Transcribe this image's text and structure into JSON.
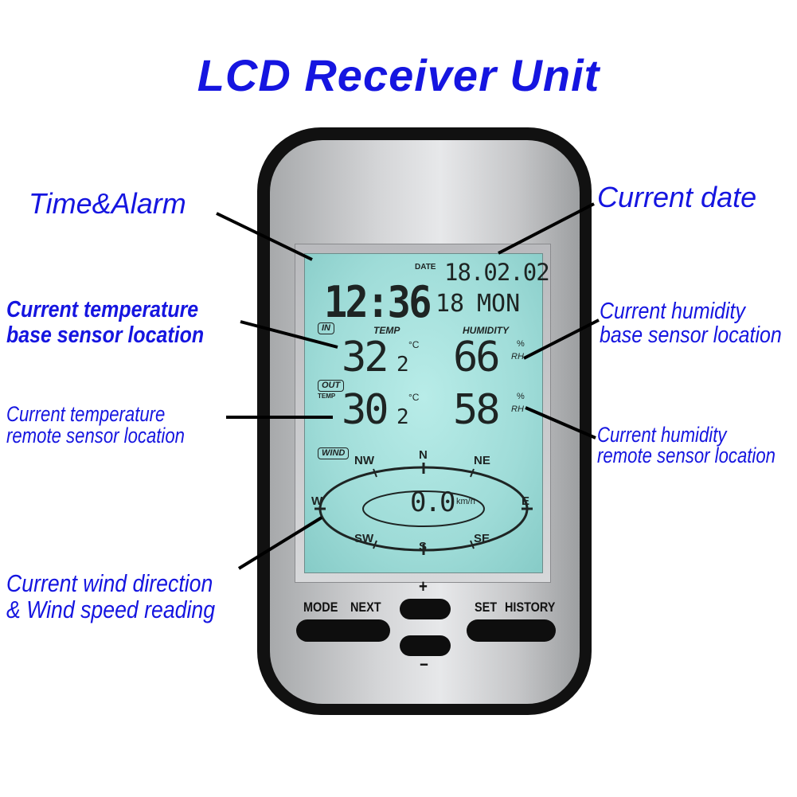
{
  "title": "LCD Receiver Unit",
  "callouts": {
    "time_alarm": "Time&Alarm",
    "current_date": "Current date",
    "temp_base_1": "Current temperature",
    "temp_base_2": "base sensor location",
    "hum_base_1": "Current humidity",
    "hum_base_2": "base sensor location",
    "temp_remote_1": "Current temperature",
    "temp_remote_2": "remote sensor location",
    "hum_remote_1": "Current humidity",
    "hum_remote_2": "remote sensor location",
    "wind_1": "Current wind direction",
    "wind_2": "& Wind speed reading"
  },
  "lcd": {
    "date_label": "DATE",
    "date": "18.02.02",
    "time": "12:36",
    "seconds": "18",
    "weekday": "MON",
    "in_label": "IN",
    "temp_label": "TEMP",
    "humidity_label": "HUMIDITY",
    "in_temp_main": "32",
    "in_temp_dec": "2",
    "temp_unit": "°C",
    "in_humidity": "66",
    "rh_percent": "%",
    "rh_label": "RH",
    "out_label": "OUT",
    "out_temp_label": "TEMP",
    "out_temp_main": "30",
    "out_temp_dec": "2",
    "out_humidity": "58",
    "wind_label": "WIND",
    "compass": {
      "n": "N",
      "ne": "NE",
      "e": "E",
      "se": "SE",
      "s": "S",
      "sw": "SW",
      "w": "W",
      "nw": "NW"
    },
    "wind_speed": "0.0",
    "wind_unit": "km/h"
  },
  "buttons": {
    "mode": "MODE",
    "next": "NEXT",
    "plus": "+",
    "minus": "−",
    "set": "SET",
    "history": "HISTORY"
  },
  "colors": {
    "label_blue": "#1515e0",
    "lcd_backlight": "#a8e2de",
    "device_body": "#d4d5d7"
  }
}
